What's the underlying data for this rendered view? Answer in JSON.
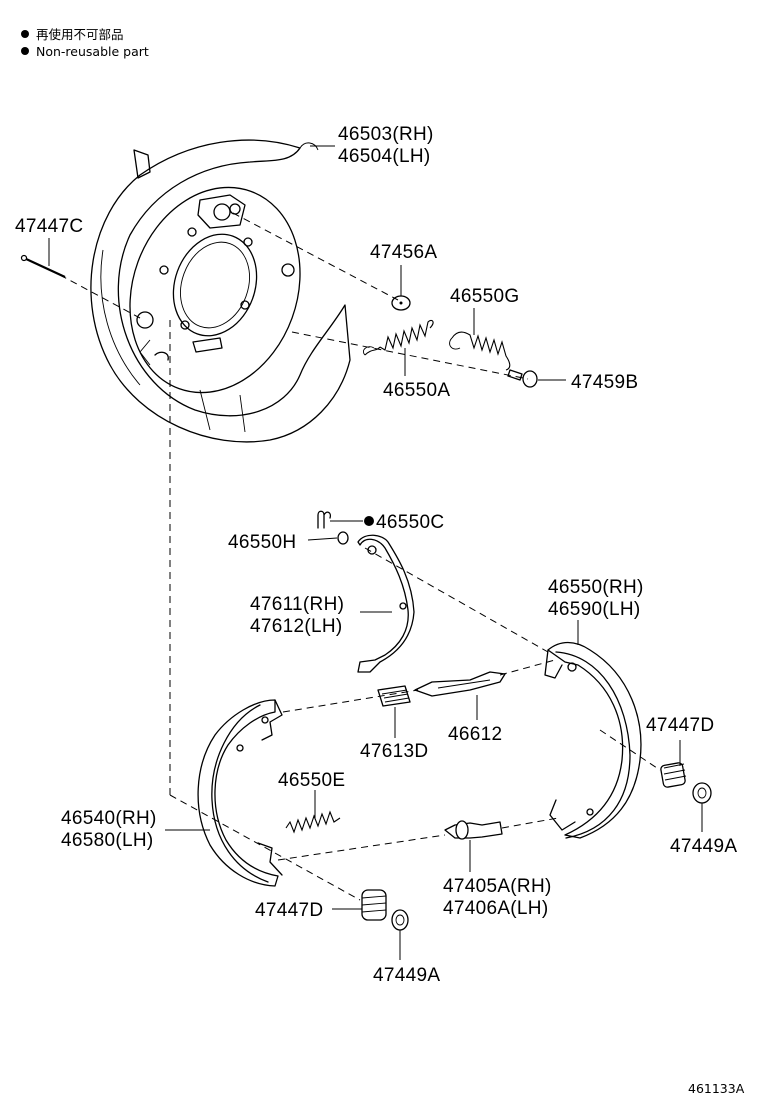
{
  "legend": {
    "jp_text": "再使用不可部品",
    "en_text": "Non-reusable part"
  },
  "labels": {
    "l46503": "46503(RH)",
    "l46504": "46504(LH)",
    "l47447C": "47447C",
    "l47456A": "47456A",
    "l46550G": "46550G",
    "l46550A": "46550A",
    "l47459B": "47459B",
    "l46550C": "46550C",
    "l46550H": "46550H",
    "l47611": "47611(RH)",
    "l47612": "47612(LH)",
    "l46550RH": "46550(RH)",
    "l46590LH": "46590(LH)",
    "l47613D": "47613D",
    "l46612": "46612",
    "l47447D_r": "47447D",
    "l46550E": "46550E",
    "l46540": "46540(RH)",
    "l46580": "46580(LH)",
    "l47449A_r": "47449A",
    "l47405A": "47405A(RH)",
    "l47406A": "47406A(LH)",
    "l47447D_l": "47447D",
    "l47449A_l": "47449A"
  },
  "figure_id": "461133A"
}
